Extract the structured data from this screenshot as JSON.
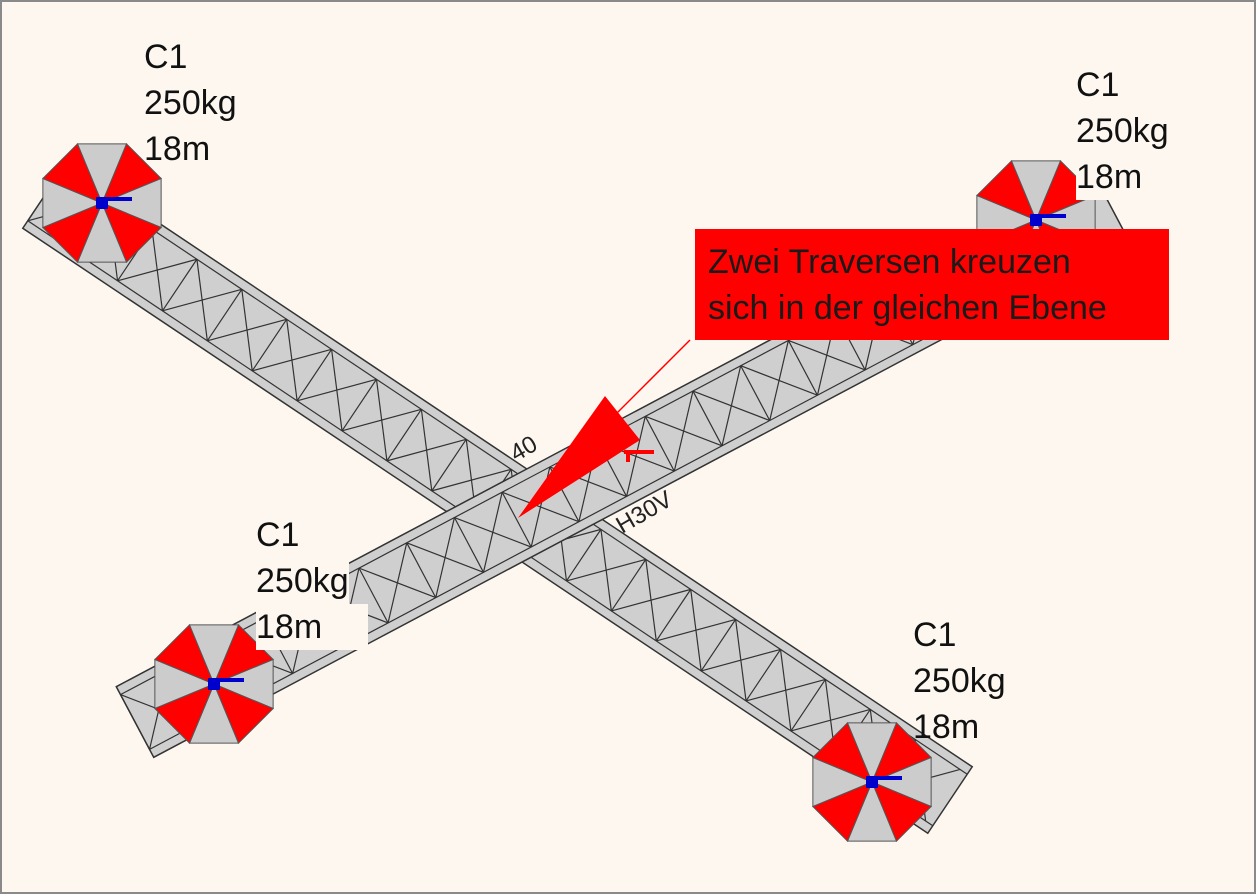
{
  "colors": {
    "background": "#fdf7f0",
    "border": "#8a8a8a",
    "truss_fill": "#cfcfcf",
    "truss_stroke": "#333333",
    "motor_red": "#ff0000",
    "motor_grey": "#cccccc",
    "motor_center": "#0000cc",
    "callout": "#ff0000"
  },
  "motors": [
    {
      "type": "C1",
      "load": "250kg",
      "height": "18m"
    },
    {
      "type": "C1",
      "load": "250kg",
      "height": "18m"
    },
    {
      "type": "C1",
      "load": "250kg",
      "height": "18m"
    },
    {
      "type": "C1",
      "load": "250kg",
      "height": "18m"
    }
  ],
  "trusses": [
    {
      "label": "H30V"
    },
    {
      "label": "40"
    }
  ],
  "callout": {
    "line1": "Zwei Traversen kreuzen",
    "line2": "sich in der gleichen Ebene"
  }
}
